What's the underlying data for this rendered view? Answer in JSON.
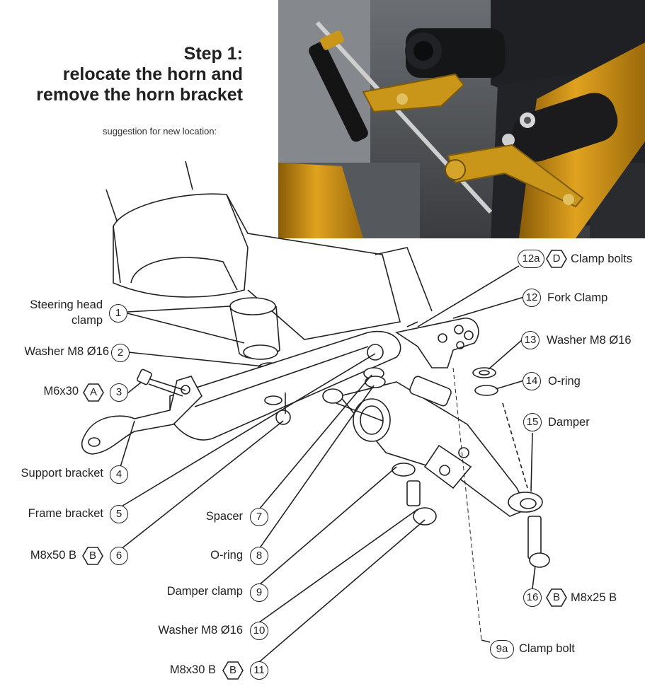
{
  "heading": {
    "title_line1": "Step 1:",
    "title_line2": "relocate the horn and",
    "title_line3": "remove the horn bracket",
    "subtitle": "suggestion for new location:"
  },
  "parts": {
    "p1": {
      "num": "1",
      "label_line1": "Steering head",
      "label_line2": "clamp"
    },
    "p2": {
      "num": "2",
      "label": "Washer M8 Ø16"
    },
    "p3": {
      "num": "3",
      "code": "A",
      "label": "M6x30"
    },
    "p4": {
      "num": "4",
      "label": "Support bracket"
    },
    "p5": {
      "num": "5",
      "label": "Frame bracket"
    },
    "p6": {
      "num": "6",
      "code": "B",
      "label": "M8x50 B"
    },
    "p7": {
      "num": "7",
      "label": "Spacer"
    },
    "p8": {
      "num": "8",
      "label": "O-ring"
    },
    "p9": {
      "num": "9",
      "label": "Damper clamp"
    },
    "p10": {
      "num": "10",
      "label": "Washer M8 Ø16"
    },
    "p11": {
      "num": "11",
      "code": "B",
      "label": "M8x30 B"
    },
    "p12a": {
      "num": "12a",
      "code": "D",
      "label": "Clamp bolts"
    },
    "p12": {
      "num": "12",
      "label": "Fork Clamp"
    },
    "p13": {
      "num": "13",
      "label": "Washer M8 Ø16"
    },
    "p14": {
      "num": "14",
      "label": "O-ring"
    },
    "p15": {
      "num": "15",
      "label": "Damper"
    },
    "p16": {
      "num": "16",
      "code": "B",
      "label": "M8x25 B"
    },
    "p9a": {
      "num": "9a",
      "label": "Clamp bolt"
    }
  },
  "colors": {
    "gold": "#c9961a",
    "fork_black": "#1c1c1c",
    "line": "#222222"
  }
}
